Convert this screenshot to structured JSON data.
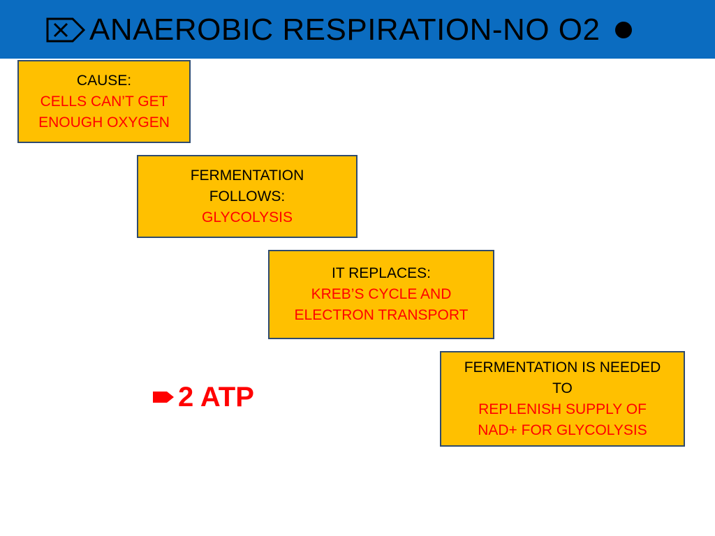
{
  "slide": {
    "title": "ANAEROBIC RESPIRATION-NO O2",
    "title_icon": "boxed-x-arrow-icon",
    "title_trailing_icon": "bullet-dot-icon"
  },
  "boxes": {
    "cause": {
      "label": "CAUSE:",
      "value_line1": "CELLS CAN’T GET",
      "value_line2": "ENOUGH OXYGEN"
    },
    "follows": {
      "label_line1": "FERMENTATION",
      "label_line2": "FOLLOWS:",
      "value": "GLYCOLYSIS"
    },
    "replaces": {
      "label": "IT REPLACES:",
      "value_line1": "KREB’S CYCLE AND",
      "value_line2": "ELECTRON TRANSPORT"
    },
    "needed": {
      "label_line1": "FERMENTATION IS NEEDED",
      "label_line2": "TO",
      "value_line1": "REPLENISH SUPPLY OF",
      "value_line2": "NAD+ FOR GLYCOLYSIS"
    }
  },
  "atp": {
    "icon": "arrow-bullet-icon",
    "text": "2 ATP"
  },
  "colors": {
    "title_bar": "#0b6cc0",
    "box_fill": "#ffc000",
    "box_border": "#2e4a6e",
    "highlight_text": "#ff0000"
  }
}
